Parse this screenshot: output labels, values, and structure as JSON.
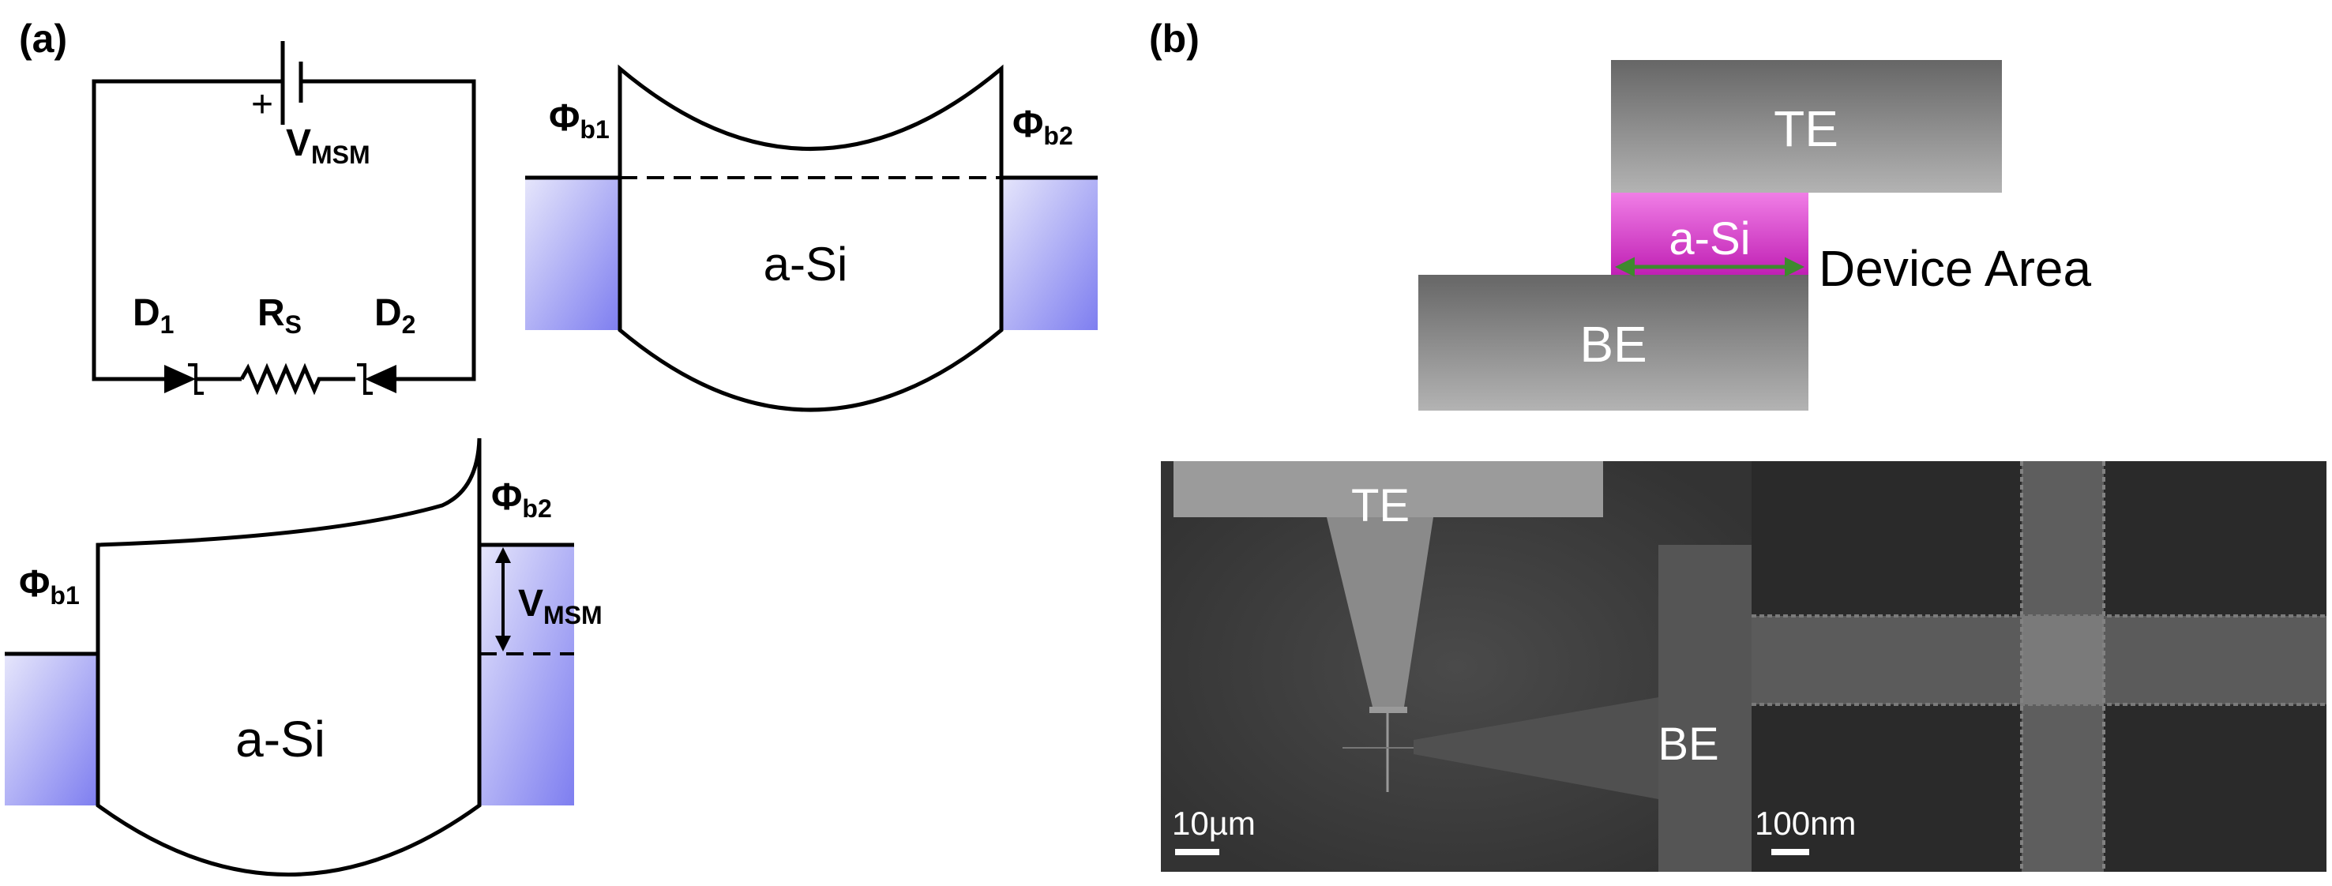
{
  "panel_a": {
    "label": "(a)",
    "circuit": {
      "source_plus": "+",
      "source_label_main": "V",
      "source_label_sub": "MSM",
      "diode1_main": "D",
      "diode1_sub": "1",
      "resistor_main": "R",
      "resistor_sub": "S",
      "diode2_main": "D",
      "diode2_sub": "2"
    },
    "band_top": {
      "phi_left_main": "Φ",
      "phi_left_sub": "b1",
      "phi_right_main": "Φ",
      "phi_right_sub": "b2",
      "material": "a-Si"
    },
    "band_bottom": {
      "phi_left_main": "Φ",
      "phi_left_sub": "b1",
      "phi_right_main": "Φ",
      "phi_right_sub": "b2",
      "bias_main": "V",
      "bias_sub": "MSM",
      "material": "a-Si"
    }
  },
  "panel_b": {
    "label": "(b)",
    "schematic": {
      "top_electrode": "TE",
      "layer": "a-Si",
      "bottom_electrode": "BE",
      "area_label": "Device Area",
      "layer_color": "#d42fc8",
      "arrow_color": "#3e8a2e"
    },
    "sem_left": {
      "te_label": "TE",
      "be_label": "BE",
      "scale": "10µm"
    },
    "sem_right": {
      "scale": "100nm"
    }
  }
}
